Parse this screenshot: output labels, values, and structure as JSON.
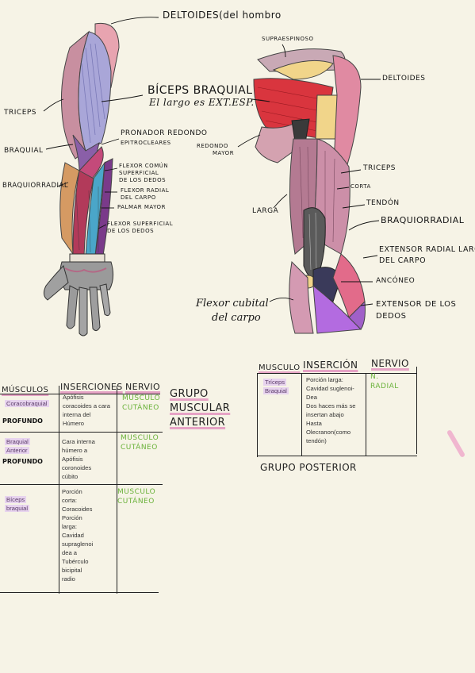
{
  "left_arm_labels": {
    "deltoides": "DELTOIDES(del hombro",
    "biceps": "BÍCEPS BRAQUIAL",
    "biceps_note": "El largo es EXT.ESP.",
    "triceps": "TRICEPS",
    "braquial": "BRAQUIAL",
    "pronador": "PRONADOR REDONDO",
    "epitrocleares": "EPITROCLEARES",
    "flexor_comun": [
      "FLEXOR COMÚN",
      "SUPERFICIAL",
      "DE LOS DEDOS"
    ],
    "braquiorradial": "BRAQUIORRADIAL",
    "flexor_radial": [
      "FLEXOR RADIAL",
      "DEL CARPO"
    ],
    "palmar": "PALMAR MAYOR",
    "flexor_superficial": [
      "FLEXOR SUPERFICIAL",
      "DE LOS DEDOS"
    ]
  },
  "right_arm_labels": {
    "supraespinoso": "SUPRAESPINOSO",
    "deltoides": "DELTOIDES",
    "redondo": [
      "REDONDO",
      "MAYOR"
    ],
    "triceps": "TRICEPS",
    "corta": "CORTA",
    "larga": "LARGA",
    "tendon": "TENDÓN",
    "braquiorradial": "BRAQUIORRADIAL",
    "extensor_radial": [
      "EXTENSOR RADIAL LARGO",
      "DEL CARPO"
    ],
    "anconeo": "ANCÓNEO",
    "flexor_cubital": [
      "Flexor cubital",
      "del carpo"
    ],
    "extensor_dedos": [
      "EXTENSOR DE LOS",
      "DEDOS"
    ]
  },
  "anterior_table": {
    "headers": {
      "musculos": "MÚSCULOS",
      "inserciones": "INSERCIONES",
      "nervio": "NERVIO"
    },
    "group_title": [
      "GRUPO",
      "MUSCULAR",
      "ANTERIOR"
    ],
    "rows": [
      {
        "muscle": [
          "Coracobraquial"
        ],
        "depth": "PROFUNDO",
        "insertion": [
          "Apófisis",
          "coracoides a cara",
          "interna del",
          "Húmero"
        ],
        "nerve": [
          "MUSCULO",
          "CUTÁNEO"
        ]
      },
      {
        "muscle": [
          "Braquial",
          "Anterior"
        ],
        "depth": "PROFUNDO",
        "insertion": [
          "Cara interna",
          "húmero a",
          "Apófisis",
          "coronoides",
          "cúbito"
        ],
        "nerve": [
          "MUSCULO",
          "CUTÁNEO"
        ]
      },
      {
        "muscle": [
          "Bíceps",
          "braquial"
        ],
        "depth": "",
        "insertion": [
          "Porción",
          "corta:",
          "Coracoides",
          "Porción",
          "larga:",
          "Cavidad",
          "supraglenoi",
          "dea a",
          "Tubérculo",
          "bicipital",
          "radio"
        ],
        "nerve": [
          "MUSCULO",
          "CUTÁNEO"
        ]
      }
    ]
  },
  "posterior_table": {
    "headers": {
      "musculo": "MUSCULO",
      "insercion": "INSERCIÓN",
      "nervio": "NERVIO"
    },
    "group_title": "GRUPO POSTERIOR",
    "rows": [
      {
        "muscle": [
          "Tríceps",
          "Braquial"
        ],
        "insertion": [
          "Porción larga:",
          "Cavidad suglenoi-",
          "Dea",
          "Dos haces más se",
          "insertan abajo",
          "Hasta",
          "Olecranon(como",
          "tendón)"
        ],
        "nerve": [
          "N.",
          "RADIAL"
        ]
      }
    ]
  },
  "colors": {
    "paper": "#f6f3e6",
    "nerve_green": "#6ab23a",
    "highlight_purple": "#e7d3ee",
    "underline_pink": "#e6a3c5"
  }
}
